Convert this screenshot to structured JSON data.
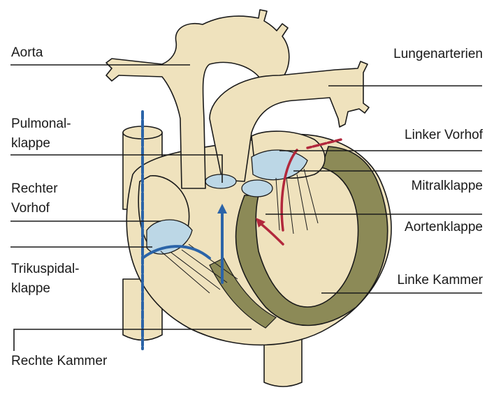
{
  "labels": {
    "aorta": "Aorta",
    "pulmonalklappe_1": "Pulmonal-",
    "pulmonalklappe_2": "klappe",
    "rechter_vorhof_1": "Rechter",
    "rechter_vorhof_2": "Vorhof",
    "trikuspidalklappe_1": "Trikuspidal-",
    "trikuspidalklappe_2": "klappe",
    "rechte_kammer": "Rechte Kammer",
    "lungenarterien": "Lungenarterien",
    "linker_vorhof": "Linker Vorhof",
    "mitralklappe": "Mitralklappe",
    "aortenklappe": "Aortenklappe",
    "linke_kammer": "Linke Kammer"
  },
  "colors": {
    "tissue": "#efe2bd",
    "outline": "#1a1a1a",
    "muscle": "#8c8a57",
    "valve": "#bcd7e6",
    "venous": "#2b64a8",
    "arterial": "#b2283c"
  }
}
